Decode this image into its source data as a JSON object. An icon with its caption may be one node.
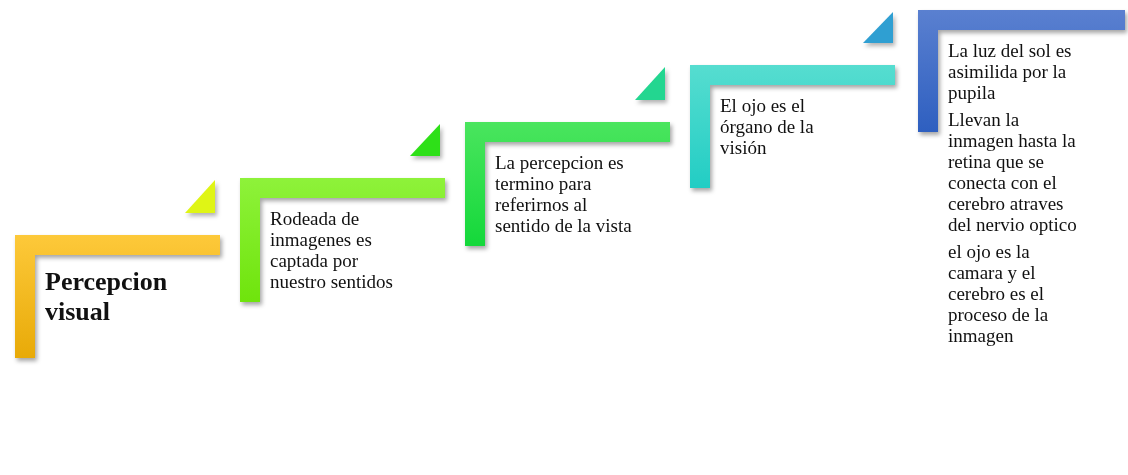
{
  "diagram": {
    "nodes": [
      {
        "text": [
          "Percepcion visual"
        ]
      },
      {
        "text": [
          "Rodeada de inmagenes es captada por nuestro sentidos"
        ]
      },
      {
        "text": [
          "La percepcion es termino para referirnos al sentido de la vista"
        ]
      },
      {
        "text": [
          "El ojo es el órgano de la visión"
        ]
      },
      {
        "text": [
          "La luz del sol es asimilida por la pupila",
          "Llevan la inmagen hasta la retina que se conecta con el cerebro atraves del nervio optico",
          "el ojo es la camara y el cerebro es el proceso de la inmagen"
        ]
      }
    ]
  }
}
